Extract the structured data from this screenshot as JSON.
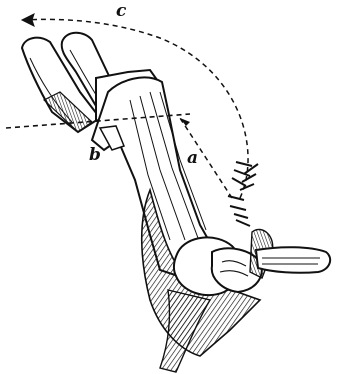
{
  "labels": {
    "a": "a",
    "b": "b",
    "c": "c"
  },
  "colors": {
    "ink": "#111111",
    "paper": "#ffffff"
  }
}
